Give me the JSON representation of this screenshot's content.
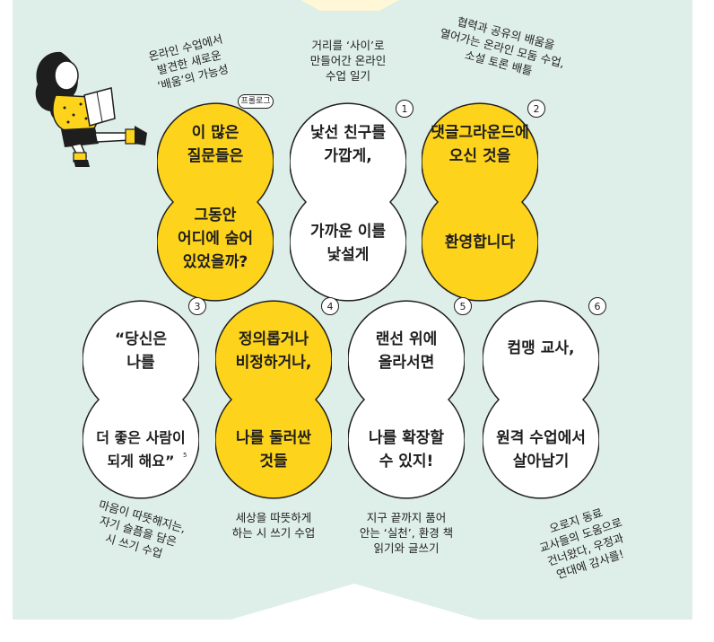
{
  "colors": {
    "background": "#deeee9",
    "yellow": "#fdd31b",
    "white": "#ffffff",
    "ink": "#1e1e1e"
  },
  "illustration": "girl-reading-icon",
  "prologue_tag": "프롤로그",
  "cards": [
    {
      "id": "prologue",
      "top": "이 많은\n질문들은",
      "bottom": "그동안\n어디에 숨어\n있었을까?",
      "fill": "yellow",
      "caption": "온라인 수업에서\n발견한 새로운\n‘배움’의 가능성"
    },
    {
      "id": "1",
      "badge": "1",
      "top": "낯선 친구를\n가깝게,",
      "bottom": "가까운 이를\n낯설게",
      "fill": "white",
      "caption": "거리를 ‘사이’로\n만들어간 온라인\n수업 일기"
    },
    {
      "id": "2",
      "badge": "2",
      "top": "댓글그라운드에\n오신 것을",
      "bottom": "환영합니다",
      "fill": "yellow",
      "caption": "협력과 공유의 배움을\n열어가는 온라인 모둠 수업,\n소설 토론 배틀"
    },
    {
      "id": "3",
      "badge": "3",
      "top": "“당신은\n나를",
      "bottom": "더 좋은 사람이\n되게 해요”",
      "fill": "white",
      "caption": "마음이 따뜻해지는,\n자기 슬픔을 담은\n시 쓰기 수업"
    },
    {
      "id": "4",
      "badge": "4",
      "top": "정의롭거나\n비정하거나,",
      "bottom": "나를 둘러싼\n것들",
      "fill": "yellow",
      "caption": "세상을 따뜻하게\n하는 시 쓰기 수업"
    },
    {
      "id": "5",
      "badge": "5",
      "top": "랜선 위에\n올라서면",
      "bottom": "나를 확장할\n수 있지!",
      "fill": "white",
      "caption": "지구 끝까지 품어\n안는 ‘실천’, 환경 책\n읽기와 글쓰기"
    },
    {
      "id": "6",
      "badge": "6",
      "top": "컴맹 교사,",
      "bottom": "원격 수업에서\n살아남기",
      "fill": "white",
      "caption": "오로지 동료\n교사들의 도움으로\n건너왔다, 우정과\n연대에 감사를!"
    }
  ],
  "footnote_mark": "5"
}
